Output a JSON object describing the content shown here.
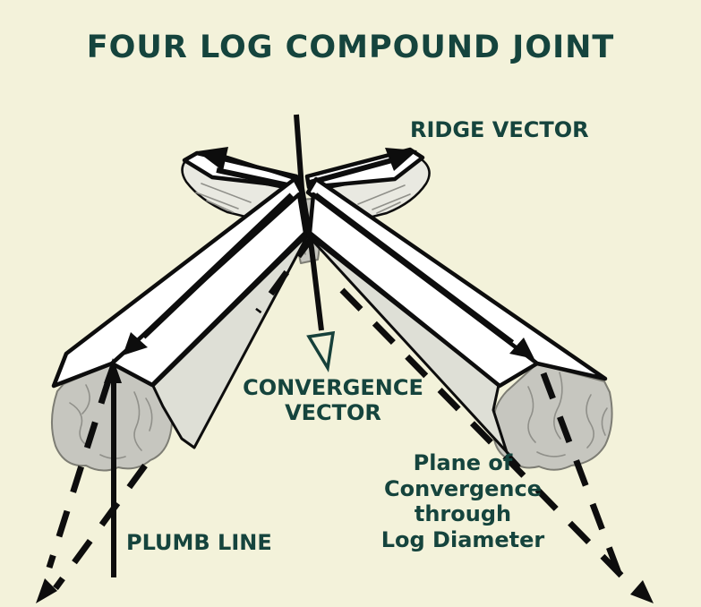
{
  "title": "FOUR LOG COMPOUND JOINT",
  "labels": {
    "ridge_vector": "RIDGE VECTOR",
    "convergence_vector": [
      "CONVERGENCE",
      "VECTOR"
    ],
    "plumb_line": "PLUMB LINE",
    "plane_of_convergence": [
      "Plane of",
      "Convergence",
      "through",
      "Log Diameter"
    ]
  },
  "colors": {
    "background": "#f3f2da",
    "text": "#15443d",
    "line": "#0d0d0d",
    "open_head": "#16403a",
    "log_face": "#ffffff",
    "log_side": "#dedfd6",
    "log_back_side": "#e9e9e1",
    "log_end": "#c6c6bf",
    "grain": "#90908a"
  },
  "diagram": {
    "type": "hand-drawn technical illustration",
    "subject": "Compound joint of four logs meeting at a ridge, annotated with ridge vectors, a convergence vector, a plumb line, and dashed planes of convergence through the log diameters"
  }
}
